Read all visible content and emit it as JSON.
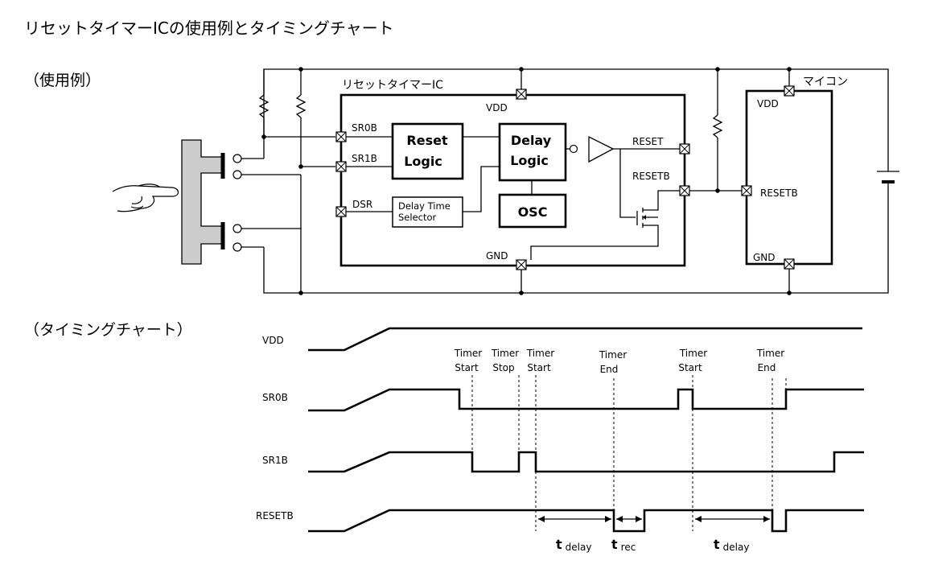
{
  "title": "リセットタイマーICの使用例とタイミングチャート",
  "section_usage": "（使用例）",
  "section_timing": "（タイミングチャート）",
  "circuit": {
    "ic_label": "リセットタイマーIC",
    "mcu_label": "マイコン",
    "pins": {
      "vdd": "VDD",
      "gnd": "GND",
      "sr0b": "SR0B",
      "sr1b": "SR1B",
      "dsr": "DSR",
      "reset": "RESET",
      "resetb": "RESETB",
      "mcu_vdd": "VDD",
      "mcu_resetb": "RESETB",
      "mcu_gnd": "GND"
    },
    "blocks": {
      "reset_logic_1": "Reset",
      "reset_logic_2": "Logic",
      "delay_logic_1": "Delay",
      "delay_logic_2": "Logic",
      "osc": "OSC",
      "selector_1": "Delay Time",
      "selector_2": "Selector"
    }
  },
  "timing": {
    "signals": [
      "VDD",
      "SR0B",
      "SR1B",
      "RESETB"
    ],
    "events": [
      {
        "line1": "Timer",
        "line2": "Start"
      },
      {
        "line1": "Timer",
        "line2": "Stop"
      },
      {
        "line1": "Timer",
        "line2": "Start"
      },
      {
        "line1": "Timer",
        "line2": "End"
      },
      {
        "line1": "Timer",
        "line2": "Start"
      },
      {
        "line1": "Timer",
        "line2": "End"
      }
    ],
    "intervals": [
      {
        "main": "t",
        "sub": "delay"
      },
      {
        "main": "t",
        "sub": "rec"
      },
      {
        "main": "t",
        "sub": "delay"
      }
    ]
  },
  "icons": [
    "finger-hand-icon",
    "push-switch-icon",
    "resistor-icon",
    "battery-icon",
    "buffer-icon",
    "mosfet-icon"
  ]
}
